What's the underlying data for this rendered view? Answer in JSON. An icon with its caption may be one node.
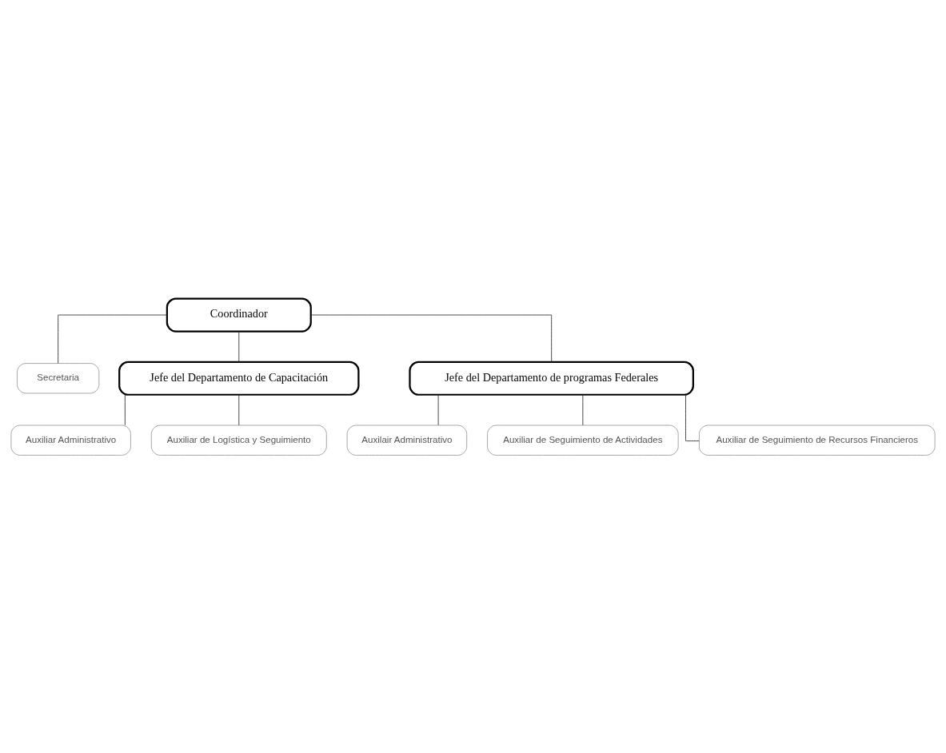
{
  "diagram": {
    "nodes": [
      {
        "text": [
          "Coordinador"
        ]
      },
      {
        "text": [
          "Secretaria"
        ]
      },
      {
        "text": [
          "Jefe del Departamento de Capacitación"
        ]
      },
      {
        "text": [
          "Jefe del Departamento de programas Federales"
        ]
      },
      {
        "text": [
          "Auxiliar Administrativo"
        ]
      },
      {
        "text": [
          "Auxiliar de Logística y Seguimiento"
        ]
      },
      {
        "text": [
          "Auxilair Administrativo"
        ]
      },
      {
        "text": [
          "Auxiliar de Seguimiento de Actividades"
        ]
      },
      {
        "text": [
          "Auxiliar de Seguimiento de Recursos Financieros"
        ]
      }
    ],
    "edges": [
      {
        "from": 0,
        "to": 1,
        "arrow": "none"
      },
      {
        "from": 0,
        "to": 2,
        "arrow": "none"
      },
      {
        "from": 0,
        "to": 3,
        "arrow": "none"
      },
      {
        "from": 2,
        "to": 4,
        "arrow": "none"
      },
      {
        "from": 2,
        "to": 5,
        "arrow": "none"
      },
      {
        "from": 3,
        "to": 6,
        "arrow": "none"
      },
      {
        "from": 3,
        "to": 7,
        "arrow": "none"
      },
      {
        "from": 3,
        "to": 8,
        "arrow": "none"
      }
    ]
  }
}
